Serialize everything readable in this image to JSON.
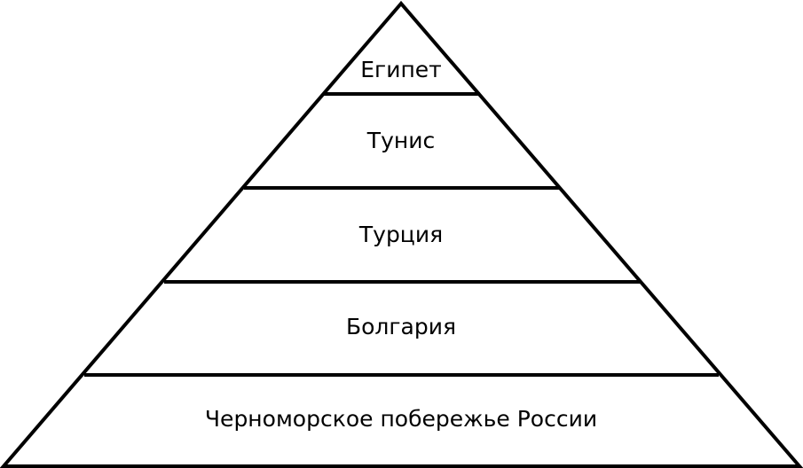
{
  "pyramid": {
    "tiers": [
      {
        "label": "Египет"
      },
      {
        "label": "Тунис"
      },
      {
        "label": "Турция"
      },
      {
        "label": "Болгария"
      },
      {
        "label": "Черноморское побережье России"
      }
    ]
  }
}
